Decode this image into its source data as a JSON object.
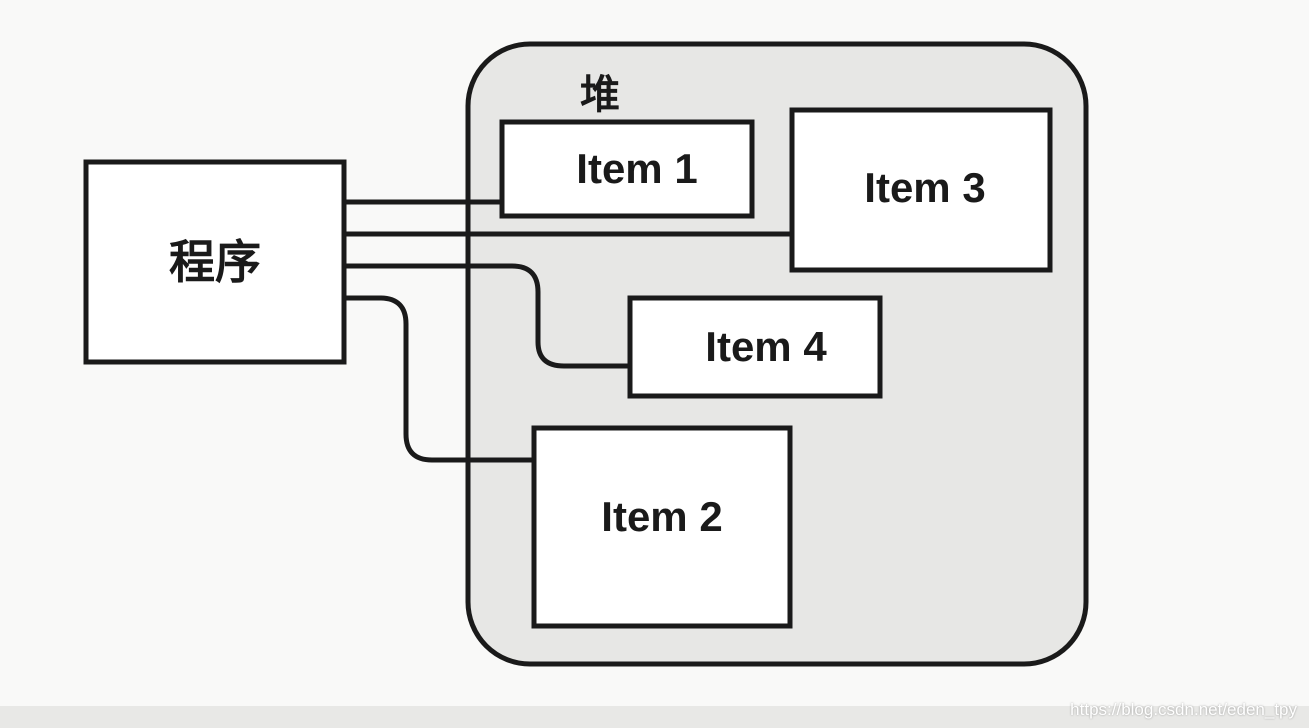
{
  "diagram": {
    "heap_label": "堆",
    "program_label": "程序",
    "items": {
      "item1": "Item 1",
      "item2": "Item 2",
      "item3": "Item 3",
      "item4": "Item 4"
    },
    "connections": [
      "item1",
      "item3",
      "item4",
      "item2"
    ]
  },
  "watermark": "https://blog.csdn.net/eden_tpy",
  "colors": {
    "stroke": "#1a1a1a",
    "heap_fill": "#e7e7e5",
    "box_fill": "#ffffff",
    "background": "#f9f9f8"
  }
}
